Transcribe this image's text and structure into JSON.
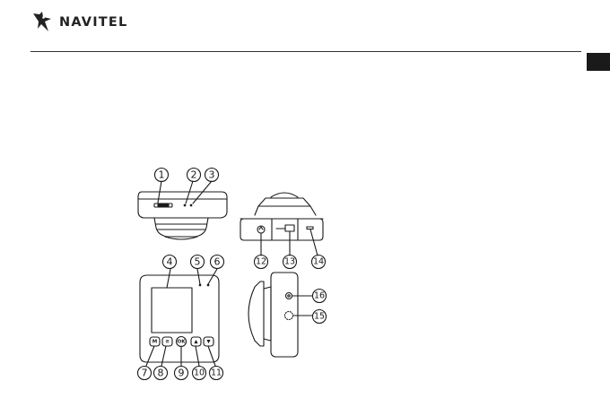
{
  "header": {
    "brand": "NAVITEL",
    "logo_icon": "navitel-bird-logo-icon",
    "language_tab_color": "#1a1a1a"
  },
  "diagram": {
    "callouts": [
      "1",
      "2",
      "3",
      "4",
      "5",
      "6",
      "7",
      "8",
      "9",
      "10",
      "11",
      "12",
      "13",
      "14",
      "15",
      "16"
    ],
    "buttons": {
      "menu": "M",
      "list": "≡",
      "ok": "OK",
      "up": "▲",
      "down": "▼"
    }
  }
}
